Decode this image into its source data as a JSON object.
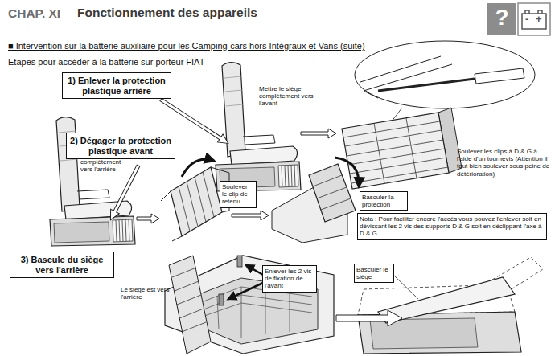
{
  "diagram": {
    "title": "Fonctionnement des appareils",
    "nodes": [
      {
        "text": [
          "1) Enlever la protection plastique arrière"
        ]
      },
      {
        "text": [
          "2) Dégager la protection plastique avant"
        ]
      },
      {
        "text": [
          "Soulever le clip de retenu"
        ]
      },
      {
        "text": [
          "Basculer la protection"
        ]
      },
      {
        "text": [
          "Nota : Pour faciliter encore l'accès vous pouvez l'enlever soit en dévissant les 2 vis des supports D & G soit en déclippant l'axe à D & G"
        ]
      },
      {
        "text": [
          "3) Bascule du siège vers l'arrière"
        ]
      },
      {
        "text": [
          "Enlever les 2 vis de fixation de l'avant"
        ]
      },
      {
        "text": [
          "Basculer le siège"
        ]
      }
    ],
    "labels": [
      "CHAP. XI",
      "?",
      "-",
      "+",
      "■ Intervention sur la batterie auxiliaire pour les Camping-cars hors Intégraux et Vans (suite)",
      "Etapes pour accéder à la batterie sur porteur FIAT",
      "Mettre le siège complètement vers l'avant",
      "Mettre le siège complètement vers l'arrière",
      "Soulever les clips à D & G à l'aide d'un tournevis (Attention il faut bien soulever sous peine de détérioration)",
      "Le siège est vers l'arrière"
    ]
  }
}
